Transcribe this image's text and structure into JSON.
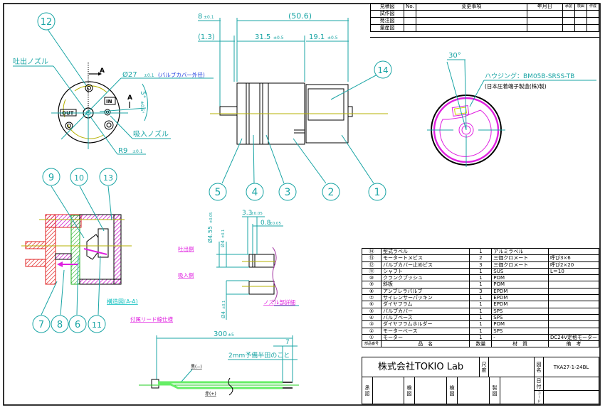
{
  "drawing": {
    "balloons": {
      "b1": "1",
      "b2": "2",
      "b3": "3",
      "b4": "4",
      "b5": "5",
      "b6": "6",
      "b7": "7",
      "b8": "8",
      "b9": "9",
      "b10": "10",
      "b11": "11",
      "b12": "12",
      "b13": "13",
      "b14": "14"
    },
    "front_view": {
      "discharge_nozzle": "吐出ノズル",
      "suction_nozzle": "吸入ノズル",
      "diameter": "Ø27",
      "diameter_tol": "±0.1",
      "diameter_note": "(バルブカバー外径)",
      "angle": "5°",
      "angle_tol": "±0.5°",
      "radius": "R9",
      "radius_tol": "±0.1",
      "section_mark": "A",
      "label_in": "IN",
      "label_out": "OUT"
    },
    "side_view": {
      "dim_8": "8",
      "dim_8_tol": "±0.1",
      "dim_total": "(50.6)",
      "dim_1_3": "(1.3)",
      "dim_31_5": "31.5",
      "dim_31_5_tol": "±0.5",
      "dim_19_1": "19.1",
      "dim_19_1_tol": "±0.5"
    },
    "rear_view": {
      "angle": "30°",
      "housing": "ハウジング：BM05B-SRSS-TB",
      "maker": "(日本圧着端子製造(株)製)"
    },
    "section_view": {
      "title": "構造図(A-A)",
      "lead_spec": "付属リード線仕様"
    },
    "nozzle_detail": {
      "dim_3_3": "3.3",
      "dim_3_3_tol": "±0.05",
      "dim_0_8": "0.8",
      "dim_0_8_tol": "±0.05",
      "dia_4_55": "Ø4.55",
      "dia_4_55_tol": "±0.05",
      "dia_4_a": "Ø4",
      "dia_4_a_tol": "±0.1",
      "dia_4_b": "Ø4",
      "dia_4_b_tol": "±0.1",
      "discharge_side": "吐出側",
      "suction_side": "吸入側",
      "title": "ノズル部詳細"
    },
    "lead_wire": {
      "length": "300",
      "length_tol": "±5",
      "strip": "7",
      "solder_note": "2mm予備半田のこと",
      "black": "黒(−)",
      "red": "赤(+)"
    }
  },
  "revision_table": {
    "rows": [
      "見積図",
      "試作図",
      "発注図",
      "量産図"
    ],
    "headers": {
      "no": "No.",
      "change": "変更事項",
      "date": "年月日",
      "approve": "承認",
      "check": "検図",
      "create": "作成"
    }
  },
  "parts_list": {
    "rows": [
      {
        "no": "⑭",
        "name": "型式ラベル",
        "qty": "1",
        "material": "アルミラベル",
        "note": ""
      },
      {
        "no": "⑬",
        "name": "モータートメビス",
        "qty": "2",
        "material": "三価クロメート",
        "note": "呼び3×6"
      },
      {
        "no": "⑫",
        "name": "バルブカバー止めビス",
        "qty": "3",
        "material": "三価クロメート",
        "note": "呼び2×20"
      },
      {
        "no": "⑪",
        "name": "シャフト",
        "qty": "1",
        "material": "SUS",
        "note": "L＝10"
      },
      {
        "no": "⑩",
        "name": "クランクブッシュ",
        "qty": "1",
        "material": "POM",
        "note": ""
      },
      {
        "no": "⑨",
        "name": "斜板",
        "qty": "1",
        "material": "POM",
        "note": ""
      },
      {
        "no": "⑧",
        "name": "アンブレラバルブ",
        "qty": "3",
        "material": "EPDM",
        "note": ""
      },
      {
        "no": "⑦",
        "name": "サイレンサーパッキン",
        "qty": "1",
        "material": "EPDM",
        "note": ""
      },
      {
        "no": "⑥",
        "name": "ダイヤフラム",
        "qty": "1",
        "material": "EPDM",
        "note": ""
      },
      {
        "no": "⑤",
        "name": "バルブカバー",
        "qty": "1",
        "material": "SPS",
        "note": ""
      },
      {
        "no": "④",
        "name": "バルブベース",
        "qty": "1",
        "material": "SPS",
        "note": ""
      },
      {
        "no": "③",
        "name": "ダイヤフラムホルダー",
        "qty": "1",
        "material": "POM",
        "note": ""
      },
      {
        "no": "②",
        "name": "モーターベース",
        "qty": "1",
        "material": "SPS",
        "note": ""
      },
      {
        "no": "①",
        "name": "モーター",
        "qty": "1",
        "material": "-",
        "note": "DC24V定格モーター"
      }
    ],
    "headers": {
      "no": "部品番号",
      "name": "品　名",
      "qty": "数量",
      "material": "材　質",
      "note": "備　考"
    }
  },
  "title_block": {
    "company": "株式会社TOKIO Lab",
    "scale_label": "尺度",
    "scale_value": "",
    "drawing_name_label": "図名",
    "drawing_name": "TKA27-1-24BL",
    "approve": "承認",
    "check1": "検図",
    "check2": "検図",
    "draft": "製図",
    "date_label": "日付",
    "code_label": "コード"
  },
  "colors": {
    "dimension": "#1aa5a5",
    "center": "#b5b000",
    "magenta": "#e020e0",
    "red": "#e02020",
    "green": "#22cc22",
    "blue_text": "#2040e0"
  }
}
